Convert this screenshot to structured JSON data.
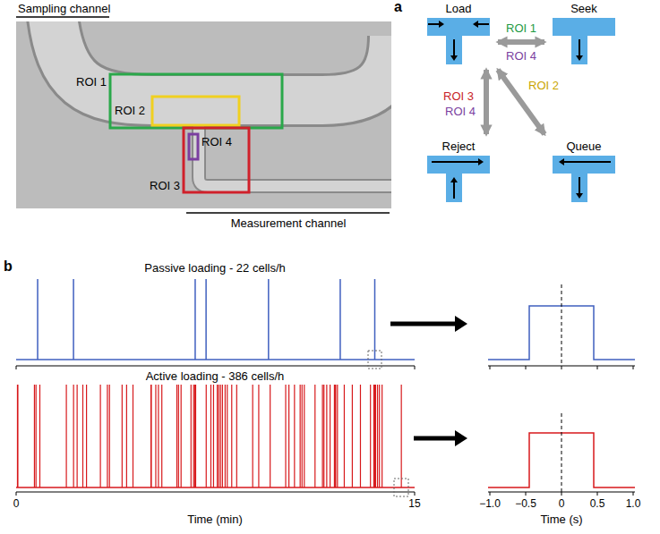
{
  "diagram": {
    "nodes": [
      {
        "text": [
          "Load"
        ]
      },
      {
        "text": [
          "Seek"
        ]
      },
      {
        "text": [
          "Reject"
        ]
      },
      {
        "text": [
          "Queue"
        ]
      }
    ],
    "edges": [
      {
        "from": 0,
        "to": 1,
        "arrow": "both",
        "label": "ROI 1"
      },
      {
        "from": 0,
        "to": 2,
        "arrow": "both",
        "label": "ROI 3"
      },
      {
        "from": 0,
        "to": 3,
        "arrow": "both",
        "label": "ROI 2"
      }
    ],
    "labels": [
      "a",
      "Sampling channel",
      "ROI 1",
      "ROI 2",
      "ROI 4",
      "ROI 3",
      "Measurement channel",
      "ROI 4",
      "ROI 4",
      "b",
      "Passive loading - 22 cells/h",
      "Active loading - 386 cells/h",
      "0",
      "15",
      "Time (min)",
      "−1.0",
      "−0.5",
      "0",
      "0.5",
      "1.0",
      "Time (s)"
    ]
  }
}
